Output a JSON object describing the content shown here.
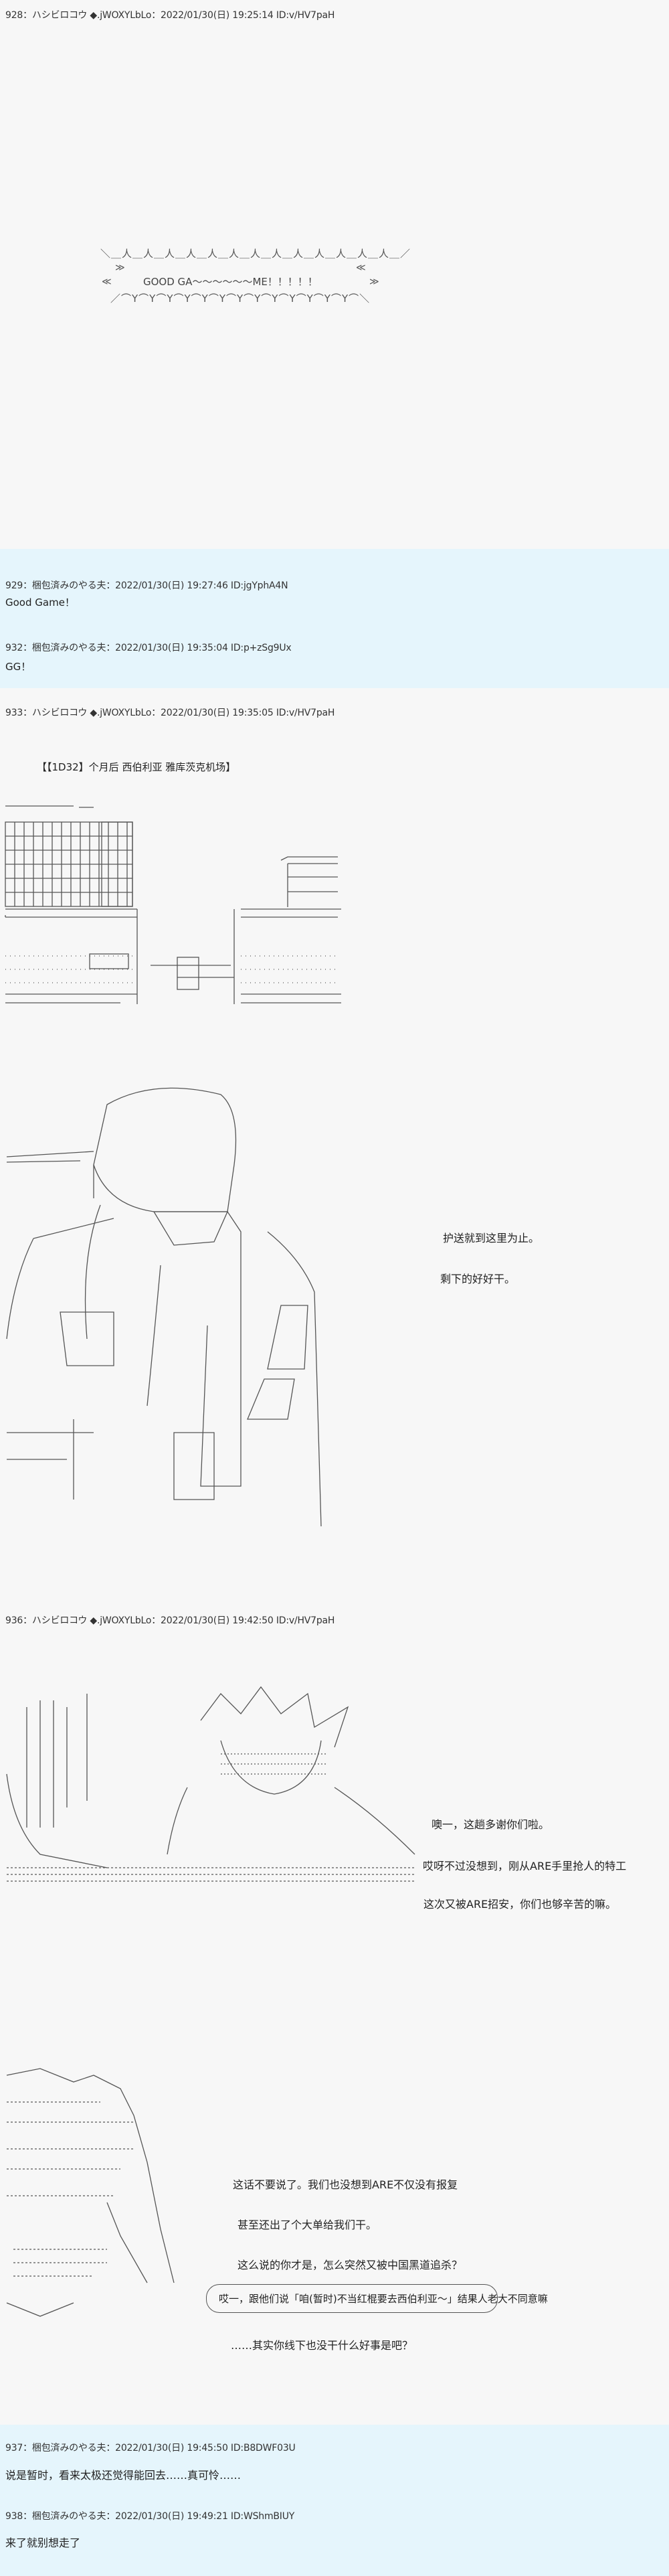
{
  "posts": [
    {
      "header": "928：ハシビロコウ ◆.jWOXYLbLo：2022/01/30(日) 19:25:14 ID:v/HV7paH",
      "banner": {
        "top": "＼＿人＿人＿人＿人＿人＿人＿人＿人＿人＿人＿人＿人＿人＿／",
        "left1": "≫",
        "left2": "≪",
        "text": "GOOD GA～～～～～～ME！！！！！",
        "right1": "≪",
        "right2": "≫",
        "bottom": "／⌒Y⌒Y⌒Y⌒Y⌒Y⌒Y⌒Y⌒Y⌒Y⌒Y⌒Y⌒Y⌒Y⌒＼"
      }
    },
    {
      "header": "929：梱包済みのやる夫：2022/01/30(日) 19:27:46 ID:jgYphA4N",
      "body": "Good Game！"
    },
    {
      "header": "932：梱包済みのやる夫：2022/01/30(日) 19:35:04 ID:p+zSg9Ux",
      "body": "GG！"
    },
    {
      "header": "933：ハシビロコウ ◆.jWOXYLbLo：2022/01/30(日) 19:35:05 ID:v/HV7paH",
      "title": "【【1D32】个月后  西伯利亚  雅库茨克机场】",
      "lines": [
        "护送就到这里为止。",
        "剩下的好好干。"
      ]
    },
    {
      "header": "936：ハシビロコウ ◆.jWOXYLbLo：2022/01/30(日) 19:42:50 ID:v/HV7paH",
      "lines": [
        "噢一，这趟多谢你们啦。",
        "哎呀不过没想到，刚从ARE手里抢人的特工",
        "这次又被ARE招安，你们也够辛苦的嘛。",
        "这话不要说了。我们也没想到ARE不仅没有报复",
        "甚至还出了个大单给我们干。",
        "这么说的你才是，怎么突然又被中国黑道追杀？",
        "哎一，跟他们说「咱(暂时)不当红棍要去西伯利亚～」结果人老大不同意嘛",
        "……其实你线下也没干什么好事是吧？"
      ]
    },
    {
      "header": "937：梱包済みのやる夫：2022/01/30(日) 19:45:50 ID:B8DWF03U",
      "body": "说是暂时，看来太极还觉得能回去……真可怜……"
    },
    {
      "header": "938：梱包済みのやる夫：2022/01/30(日) 19:49:21 ID:WShmBIUY",
      "body": "来了就别想走了"
    }
  ],
  "colors": {
    "background": "#f7f7f7",
    "reply_background": "#e5f5fc"
  }
}
